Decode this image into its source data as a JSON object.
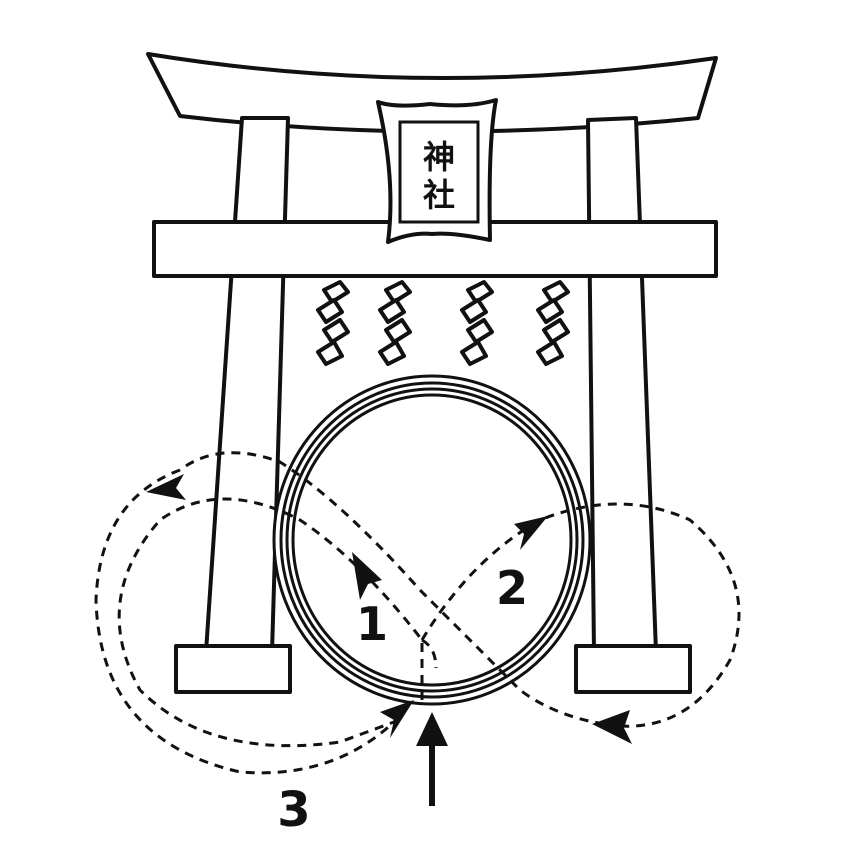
{
  "diagram": {
    "plaque": {
      "line1": "神",
      "line2": "社"
    },
    "route_labels": {
      "first": "1",
      "second": "2",
      "third": "3"
    },
    "colors": {
      "ink": "#111111",
      "paper": "#ffffff"
    }
  }
}
